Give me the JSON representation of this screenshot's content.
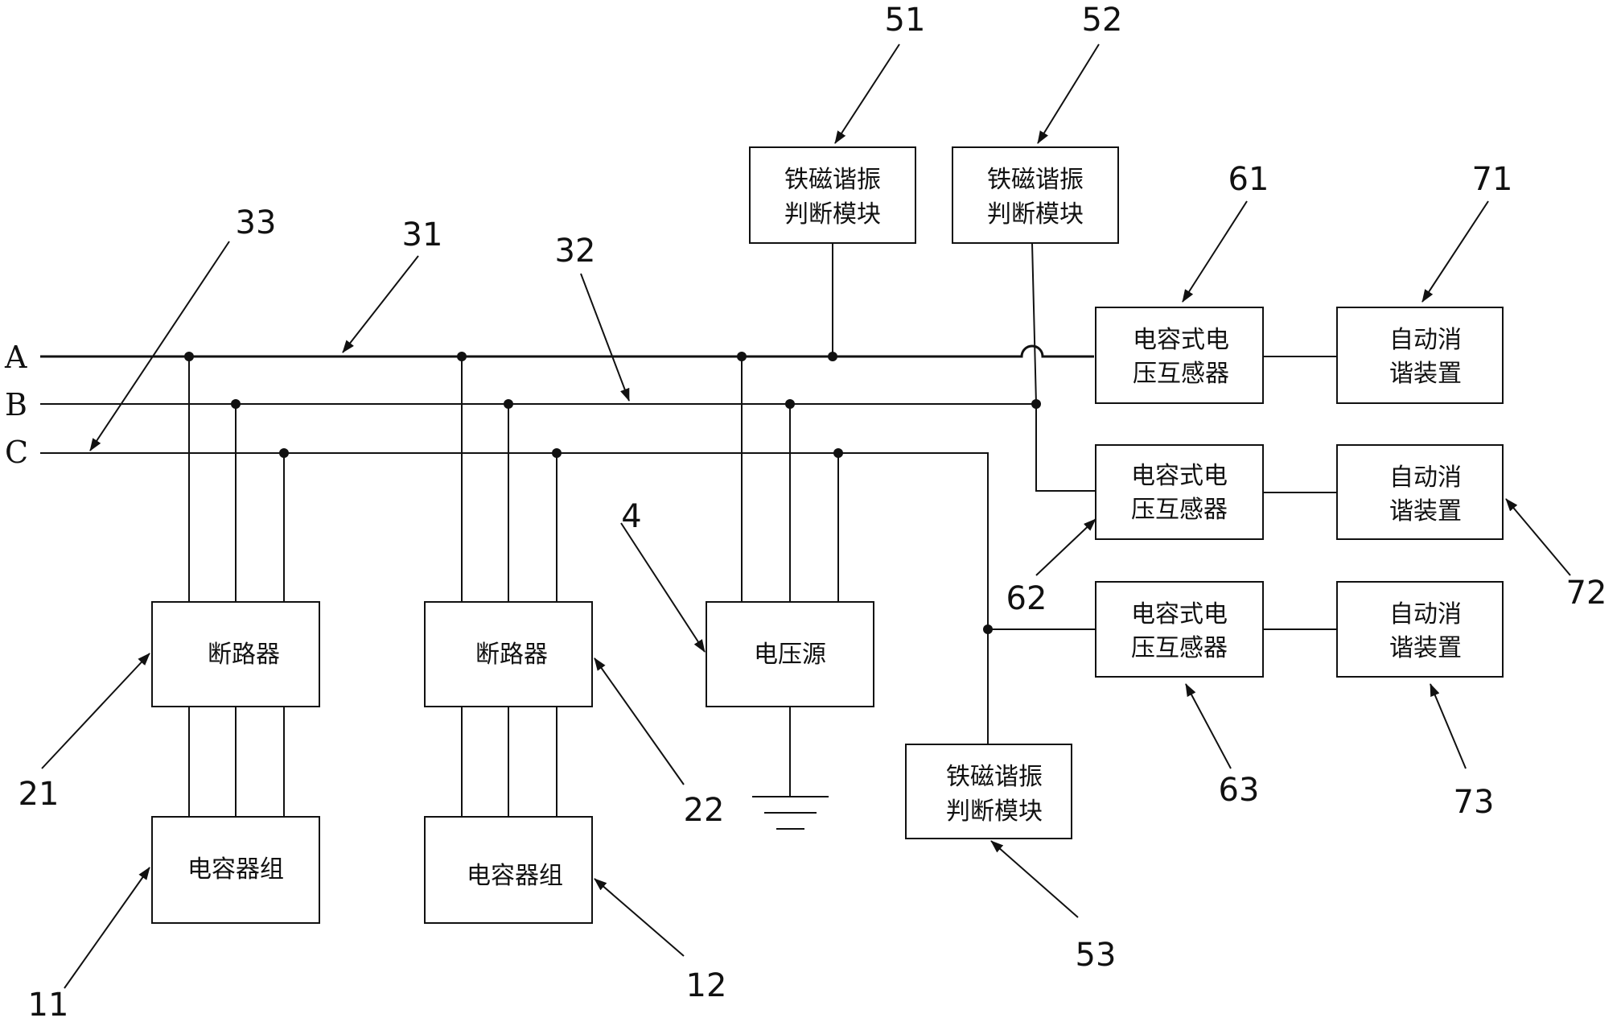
{
  "phases": {
    "a": "A",
    "b": "B",
    "c": "C"
  },
  "boxes": {
    "breaker": "断路器",
    "capacitor_bank": "电容器组",
    "voltage_source": "电压源",
    "ferro_line1": "铁磁谐振",
    "ferro_line2": "判断模块",
    "cvt_line1": "电容式电",
    "cvt_line2": "压互感器",
    "suppress_line1": "自动消",
    "suppress_line2": "谐装置"
  },
  "labels": {
    "n11": "11",
    "n12": "12",
    "n21": "21",
    "n22": "22",
    "n31": "31",
    "n32": "32",
    "n33": "33",
    "n4": "4",
    "n51": "51",
    "n52": "52",
    "n53": "53",
    "n61": "61",
    "n62": "62",
    "n63": "63",
    "n71": "71",
    "n72": "72",
    "n73": "73"
  }
}
